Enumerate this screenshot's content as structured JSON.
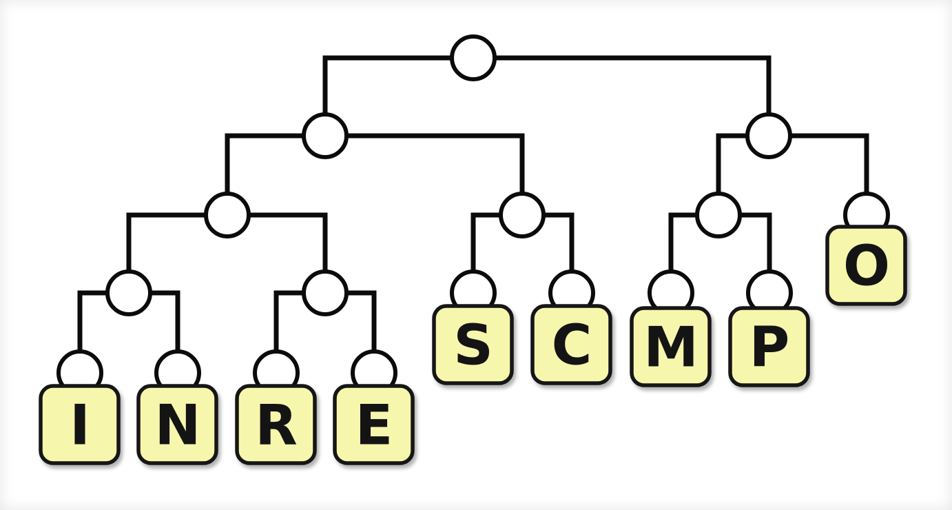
{
  "tree": {
    "description": "Binary tree diagram (Huffman-style) with circular internal nodes and yellow letter tiles as leaves",
    "letters": [
      "I",
      "N",
      "R",
      "E",
      "S",
      "C",
      "M",
      "P",
      "O"
    ],
    "leaf_order_left_to_right": "I N R E S C M P O",
    "internal_node_count": 8,
    "leaf_count": 9,
    "colors": {
      "background": "#ffffff",
      "line": "#0b0b0b",
      "node_fill": "#ffffff",
      "node_stroke": "#0b0b0b",
      "tile_fill": "#f7f6ad",
      "tile_stroke": "#141414",
      "letter_color": "#141414"
    }
  }
}
